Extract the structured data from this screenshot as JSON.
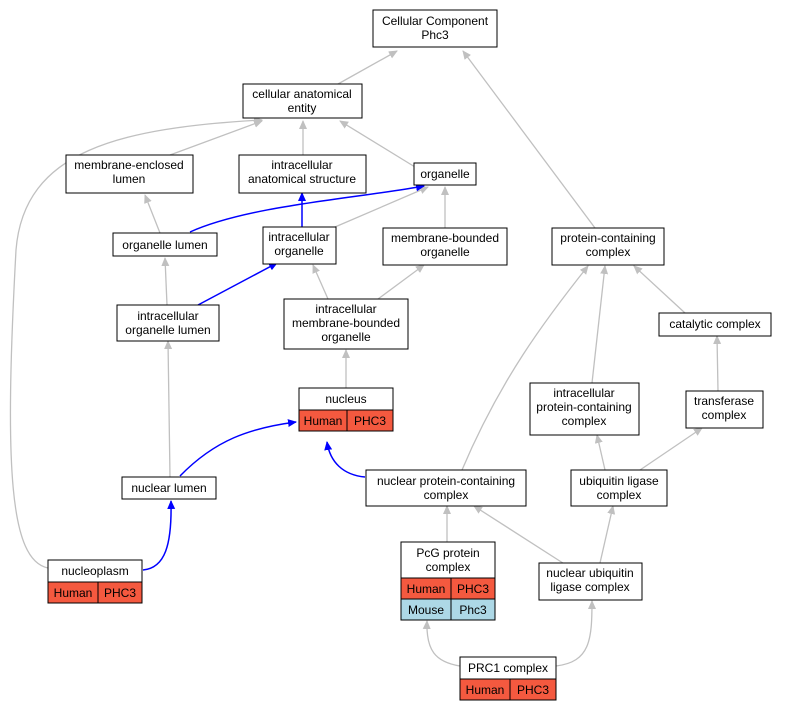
{
  "colors": {
    "human": "#f4593f",
    "mouse": "#add8e6",
    "edge_default": "#c0c0c0",
    "edge_highlight": "#0000ff"
  },
  "nodes": {
    "cellular_component": [
      "Cellular Component",
      "Phc3"
    ],
    "cellular_anatomical_entity": [
      "cellular anatomical",
      "entity"
    ],
    "membrane_enclosed_lumen": [
      "membrane-enclosed",
      "lumen"
    ],
    "intracellular_anatomical_structure": [
      "intracellular",
      "anatomical structure"
    ],
    "organelle": [
      "organelle"
    ],
    "organelle_lumen": [
      "organelle lumen"
    ],
    "intracellular_organelle": [
      "intracellular",
      "organelle"
    ],
    "membrane_bounded_organelle": [
      "membrane-bounded",
      "organelle"
    ],
    "protein_containing_complex": [
      "protein-containing",
      "complex"
    ],
    "intracellular_organelle_lumen": [
      "intracellular",
      "organelle lumen"
    ],
    "intracellular_membrane_bounded_organelle": [
      "intracellular",
      "membrane-bounded",
      "organelle"
    ],
    "catalytic_complex": [
      "catalytic complex"
    ],
    "nucleus": [
      "nucleus"
    ],
    "intracellular_protein_containing_complex": [
      "intracellular",
      "protein-containing",
      "complex"
    ],
    "transferase_complex": [
      "transferase",
      "complex"
    ],
    "nuclear_lumen": [
      "nuclear lumen"
    ],
    "nuclear_protein_containing_complex": [
      "nuclear protein-containing",
      "complex"
    ],
    "ubiquitin_ligase_complex": [
      "ubiquitin ligase",
      "complex"
    ],
    "nucleoplasm": [
      "nucleoplasm"
    ],
    "pcg_protein_complex": [
      "PcG protein",
      "complex"
    ],
    "nuclear_ubiquitin_ligase_complex": [
      "nuclear ubiquitin",
      "ligase complex"
    ],
    "prc1_complex": [
      "PRC1 complex"
    ]
  },
  "annotations": {
    "nucleus": [
      [
        "Human",
        "PHC3"
      ]
    ],
    "nucleoplasm": [
      [
        "Human",
        "PHC3"
      ]
    ],
    "pcg_protein_complex": [
      [
        "Human",
        "PHC3"
      ],
      [
        "Mouse",
        "Phc3"
      ]
    ],
    "prc1_complex": [
      [
        "Human",
        "PHC3"
      ]
    ]
  }
}
